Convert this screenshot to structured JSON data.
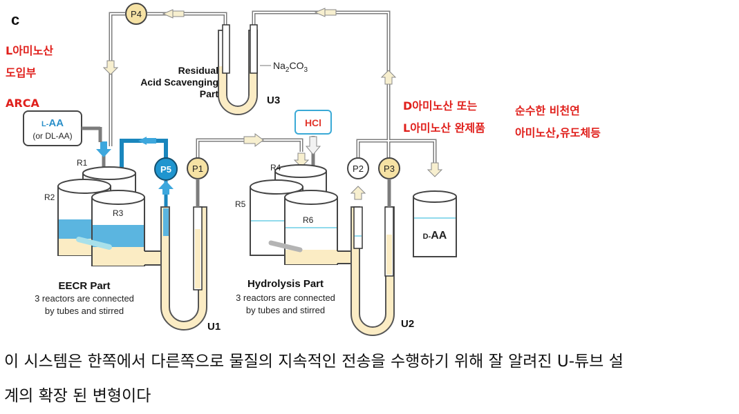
{
  "panel_label": "c",
  "pumps": {
    "p1": "P1",
    "p2": "P2",
    "p3": "P3",
    "p4": "P4",
    "p5": "P5"
  },
  "reactors": {
    "r1": "R1",
    "r2": "R2",
    "r3": "R3",
    "r4": "R4",
    "r5": "R5",
    "r6": "R6"
  },
  "u_tubes": {
    "u1": "U1",
    "u2": "U2",
    "u3": "U3"
  },
  "scavenger": {
    "title_line1": "Residual",
    "title_line2": "Acid Scavenging",
    "title_line3": "Part",
    "reagent_prefix": "Na",
    "reagent_sub1": "2",
    "reagent_mid": "CO",
    "reagent_sub2": "3"
  },
  "feed_box": {
    "prefix": "L-",
    "name": "AA",
    "alt": "(or DL-AA)"
  },
  "hcl_box": {
    "label": "HCl"
  },
  "product": {
    "prefix": "D-",
    "name": "AA"
  },
  "eecr": {
    "title": "EECR Part",
    "line1": "3 reactors are connected",
    "line2": "by tubes and stirred"
  },
  "hydrolysis": {
    "title": "Hydrolysis Part",
    "line1": "3 reactors are connected",
    "line2": "by tubes and stirred"
  },
  "annotations": {
    "intro_line1": "L아미노산",
    "intro_line2": "도입부",
    "arca": "ARCA",
    "mid_line1": "D아미노산 또는",
    "mid_line2": "L아미노산 완제품",
    "right_line1": "순수한 비천연",
    "right_line2": "아미노산,유도체등"
  },
  "caption": {
    "line1": "이 시스템은 한쪽에서 다른쪽으로 물질의 지속적인 전송을 수행하기 위해 잘 알려진 U-튜브 설",
    "line2": "계의 확장 된 변형이다"
  },
  "colors": {
    "annotation_red": "#e0201c",
    "liquid_cream": "#fbecc4",
    "liquid_blue": "#5bb5e0",
    "pump_gold": "#f6e2a4",
    "pump_blue": "#1f95cf",
    "hcl_red": "#e2362c",
    "hcl_border": "#39a9d6"
  }
}
